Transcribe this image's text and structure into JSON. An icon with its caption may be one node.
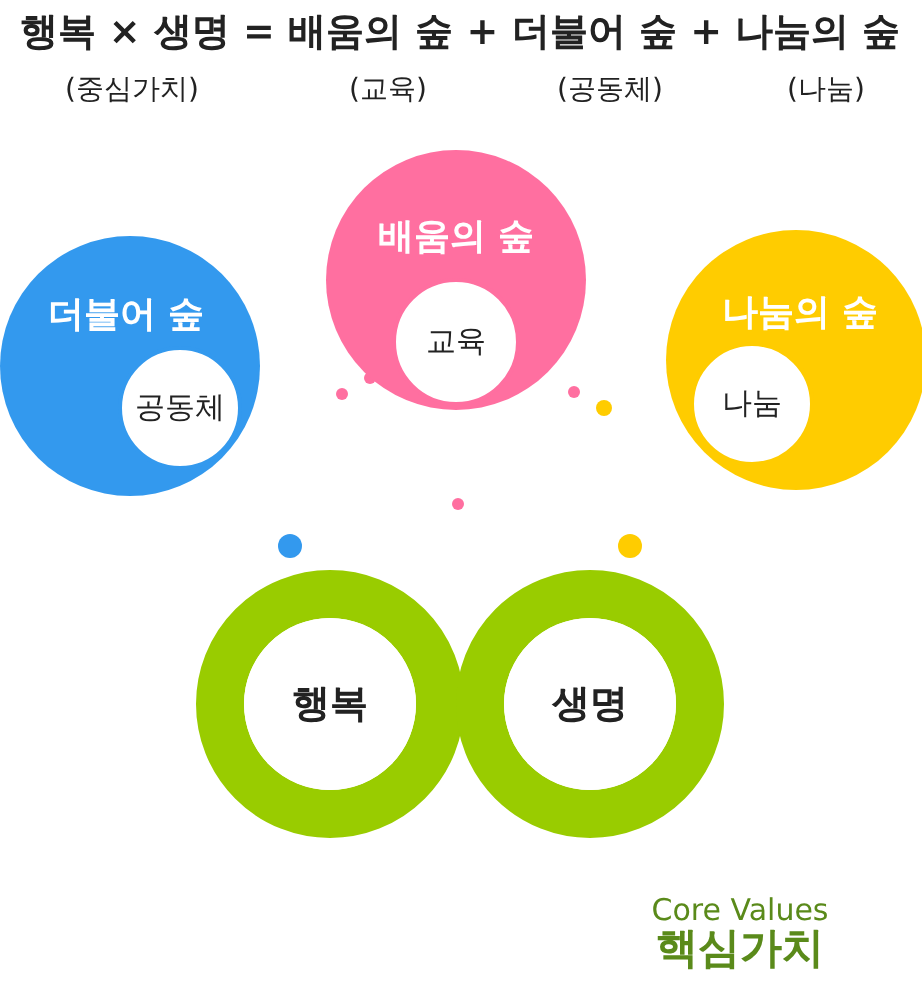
{
  "diagram": {
    "title": "행복 × 생명 = 배움의 숲 + 더불어 숲 + 나눔의 숲",
    "nodes": [
      {
        "text": [
          "더불어 숲"
        ]
      },
      {
        "text": [
          "공동체"
        ],
        "in": 0
      },
      {
        "text": [
          "배움의 숲"
        ]
      },
      {
        "text": [
          "교육"
        ],
        "in": 2
      },
      {
        "text": [
          "나눔의 숲"
        ]
      },
      {
        "text": [
          "나눔"
        ],
        "in": 4
      },
      {
        "text": [
          "행복"
        ]
      },
      {
        "text": [
          "생명"
        ]
      }
    ],
    "labels": [
      "(중심가치)",
      "(교육)",
      "(공동체)",
      "(나눔)",
      "Core Values",
      "핵심가치"
    ]
  }
}
